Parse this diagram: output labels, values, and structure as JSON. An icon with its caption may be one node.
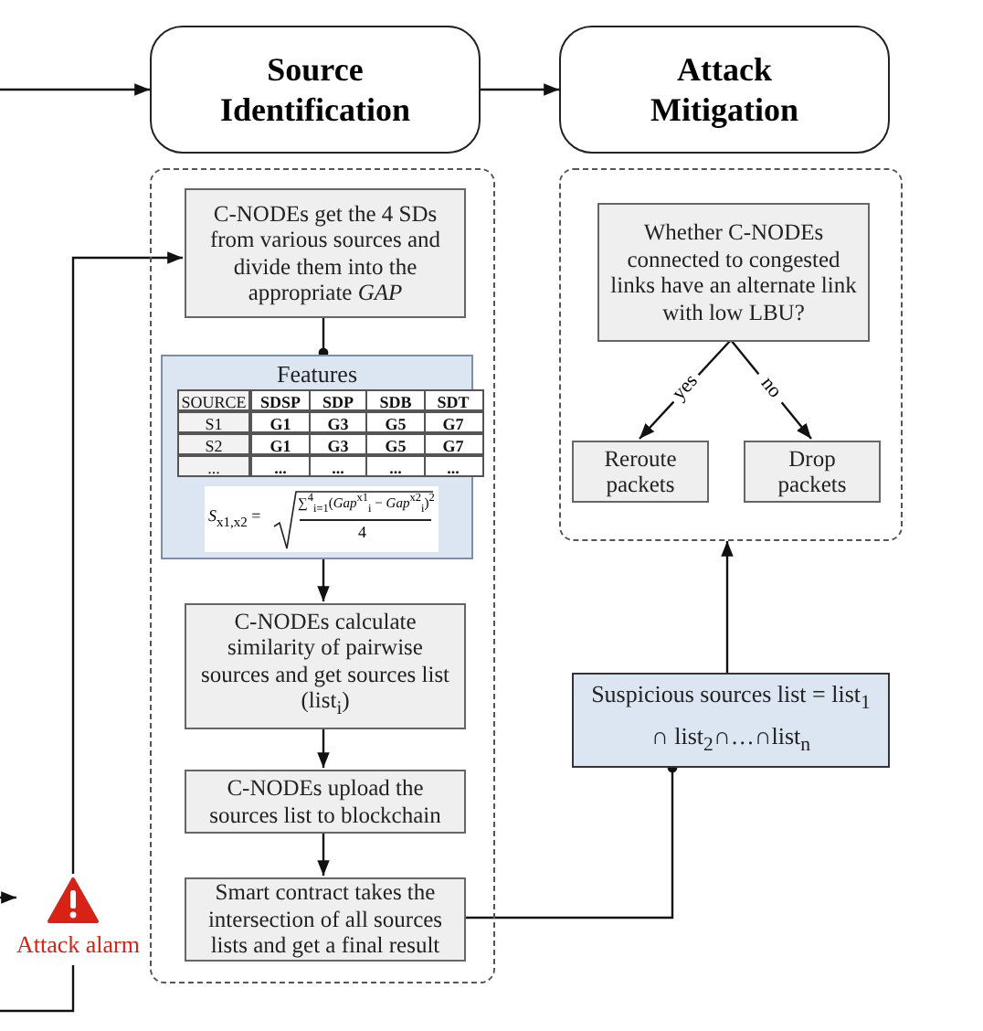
{
  "diagram": {
    "nodes": [
      {
        "text": [
          "Source Identification"
        ]
      },
      {
        "text": [
          "Attack Mitigation"
        ]
      },
      {
        "text": [],
        "shape": "box"
      },
      {
        "text": [],
        "shape": "box"
      },
      {
        "text": [
          "C-NODEs get the 4 SDs from various sources and divide them into the appropriate *GAP*"
        ],
        "in": 2
      },
      {
        "text": [
          "Features"
        ],
        "in": 2
      },
      {
        "text": [
          "C-NODEs calculate similarity of pairwise sources and get sources list (list$_{i}$)"
        ],
        "in": 2
      },
      {
        "text": [
          "C-NODEs upload the sources list to blockchain"
        ],
        "in": 2
      },
      {
        "text": [
          "Smart contract takes the intersection of all sources lists and get a final result"
        ],
        "in": 2
      },
      {
        "text": [
          "Whether C-NODEs connected to congested links have an alternate link with low LBU?"
        ],
        "in": 3
      },
      {
        "text": [
          "Reroute packets"
        ],
        "in": 3
      },
      {
        "text": [
          "Drop packets"
        ],
        "in": 3
      },
      {
        "text": [
          "Suspicious sources list = list$_{1}$ ∩ list$_{2}$∩…∩list$_{n}$"
        ]
      },
      {
        "text": [
          "Attack alarm"
        ]
      }
    ],
    "edges": [
      {
        "from": null,
        "to": 0,
        "arrow": "to"
      },
      {
        "from": 0,
        "to": 1,
        "arrow": "to"
      },
      {
        "from": 4,
        "to": 5,
        "arrow": "other"
      },
      {
        "from": 5,
        "to": 6,
        "arrow": "to"
      },
      {
        "from": 6,
        "to": 7,
        "arrow": "to"
      },
      {
        "from": 7,
        "to": 8,
        "arrow": "to"
      },
      {
        "from": 8,
        "to": 12,
        "arrow": "other"
      },
      {
        "from": 12,
        "to": 3,
        "arrow": "to"
      },
      {
        "from": 9,
        "to": 10,
        "arrow": "to",
        "label": "yes"
      },
      {
        "from": 9,
        "to": 11,
        "arrow": "to",
        "label": "no"
      },
      {
        "from": null,
        "to": 13,
        "arrow": "to"
      },
      {
        "from": 13,
        "to": 4,
        "arrow": "to"
      },
      {
        "from": 13,
        "to": null,
        "arrow": "none"
      }
    ],
    "labels": [
      "SOURCE",
      "SDSP",
      "SDP",
      "SDB",
      "SDT",
      "S1",
      "G1",
      "G3",
      "G5",
      "G7",
      "S2",
      "G1",
      "G3",
      "G5",
      "G7",
      "...",
      "...",
      "...",
      "...",
      "...",
      "*S*$_{x1,x2}$ =",
      "∑$^{4}$$_{i=1}$(*Gap*$^{x1}$$_{i}$ − *Gap*$^{x2}$$_{i}$)$^{2}$",
      "4"
    ]
  }
}
